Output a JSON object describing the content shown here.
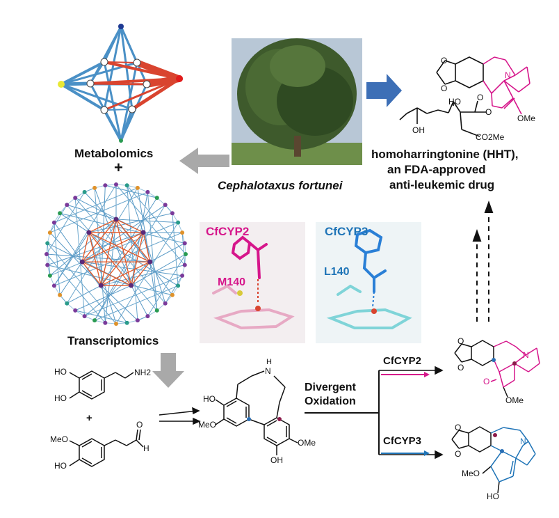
{
  "labels": {
    "metabolomics": "Metabolomics",
    "plus_top": "+",
    "transcriptomics": "Transcriptomics",
    "species": "Cephalotaxus fortunei",
    "hht_line1": "homoharringtonine (HHT),",
    "hht_line2": "an FDA-approved",
    "hht_line3": "anti-leukemic drug",
    "cyp2_title": "CfCYP2",
    "cyp3_title": "CfCYP3",
    "m140": "M140",
    "l140": "L140",
    "divergent": "Divergent",
    "oxidation": "Oxidation",
    "branch_cyp2": "CfCYP2",
    "branch_cyp3": "CfCYP3",
    "plus_small": "+"
  },
  "chem": {
    "ho": "HO",
    "nh2": "NH2",
    "meo": "MeO",
    "h": "H",
    "o": "O",
    "oh": "OH",
    "n": "N",
    "nh": "N",
    "h_on_n": "H",
    "ome": "OMe",
    "co2me": "CO2Me"
  },
  "colors": {
    "magenta": "#d6168b",
    "blue": "#1f74b7",
    "network_blue": "#4a90c6",
    "network_red": "#d9442f",
    "orange_edge": "#e0592a",
    "arrow_blue": "#3d6fb6",
    "arrow_gray": "#a9a9a9",
    "dot_blue": "#2a6fb5",
    "dot_purple": "#8b1a4a"
  }
}
